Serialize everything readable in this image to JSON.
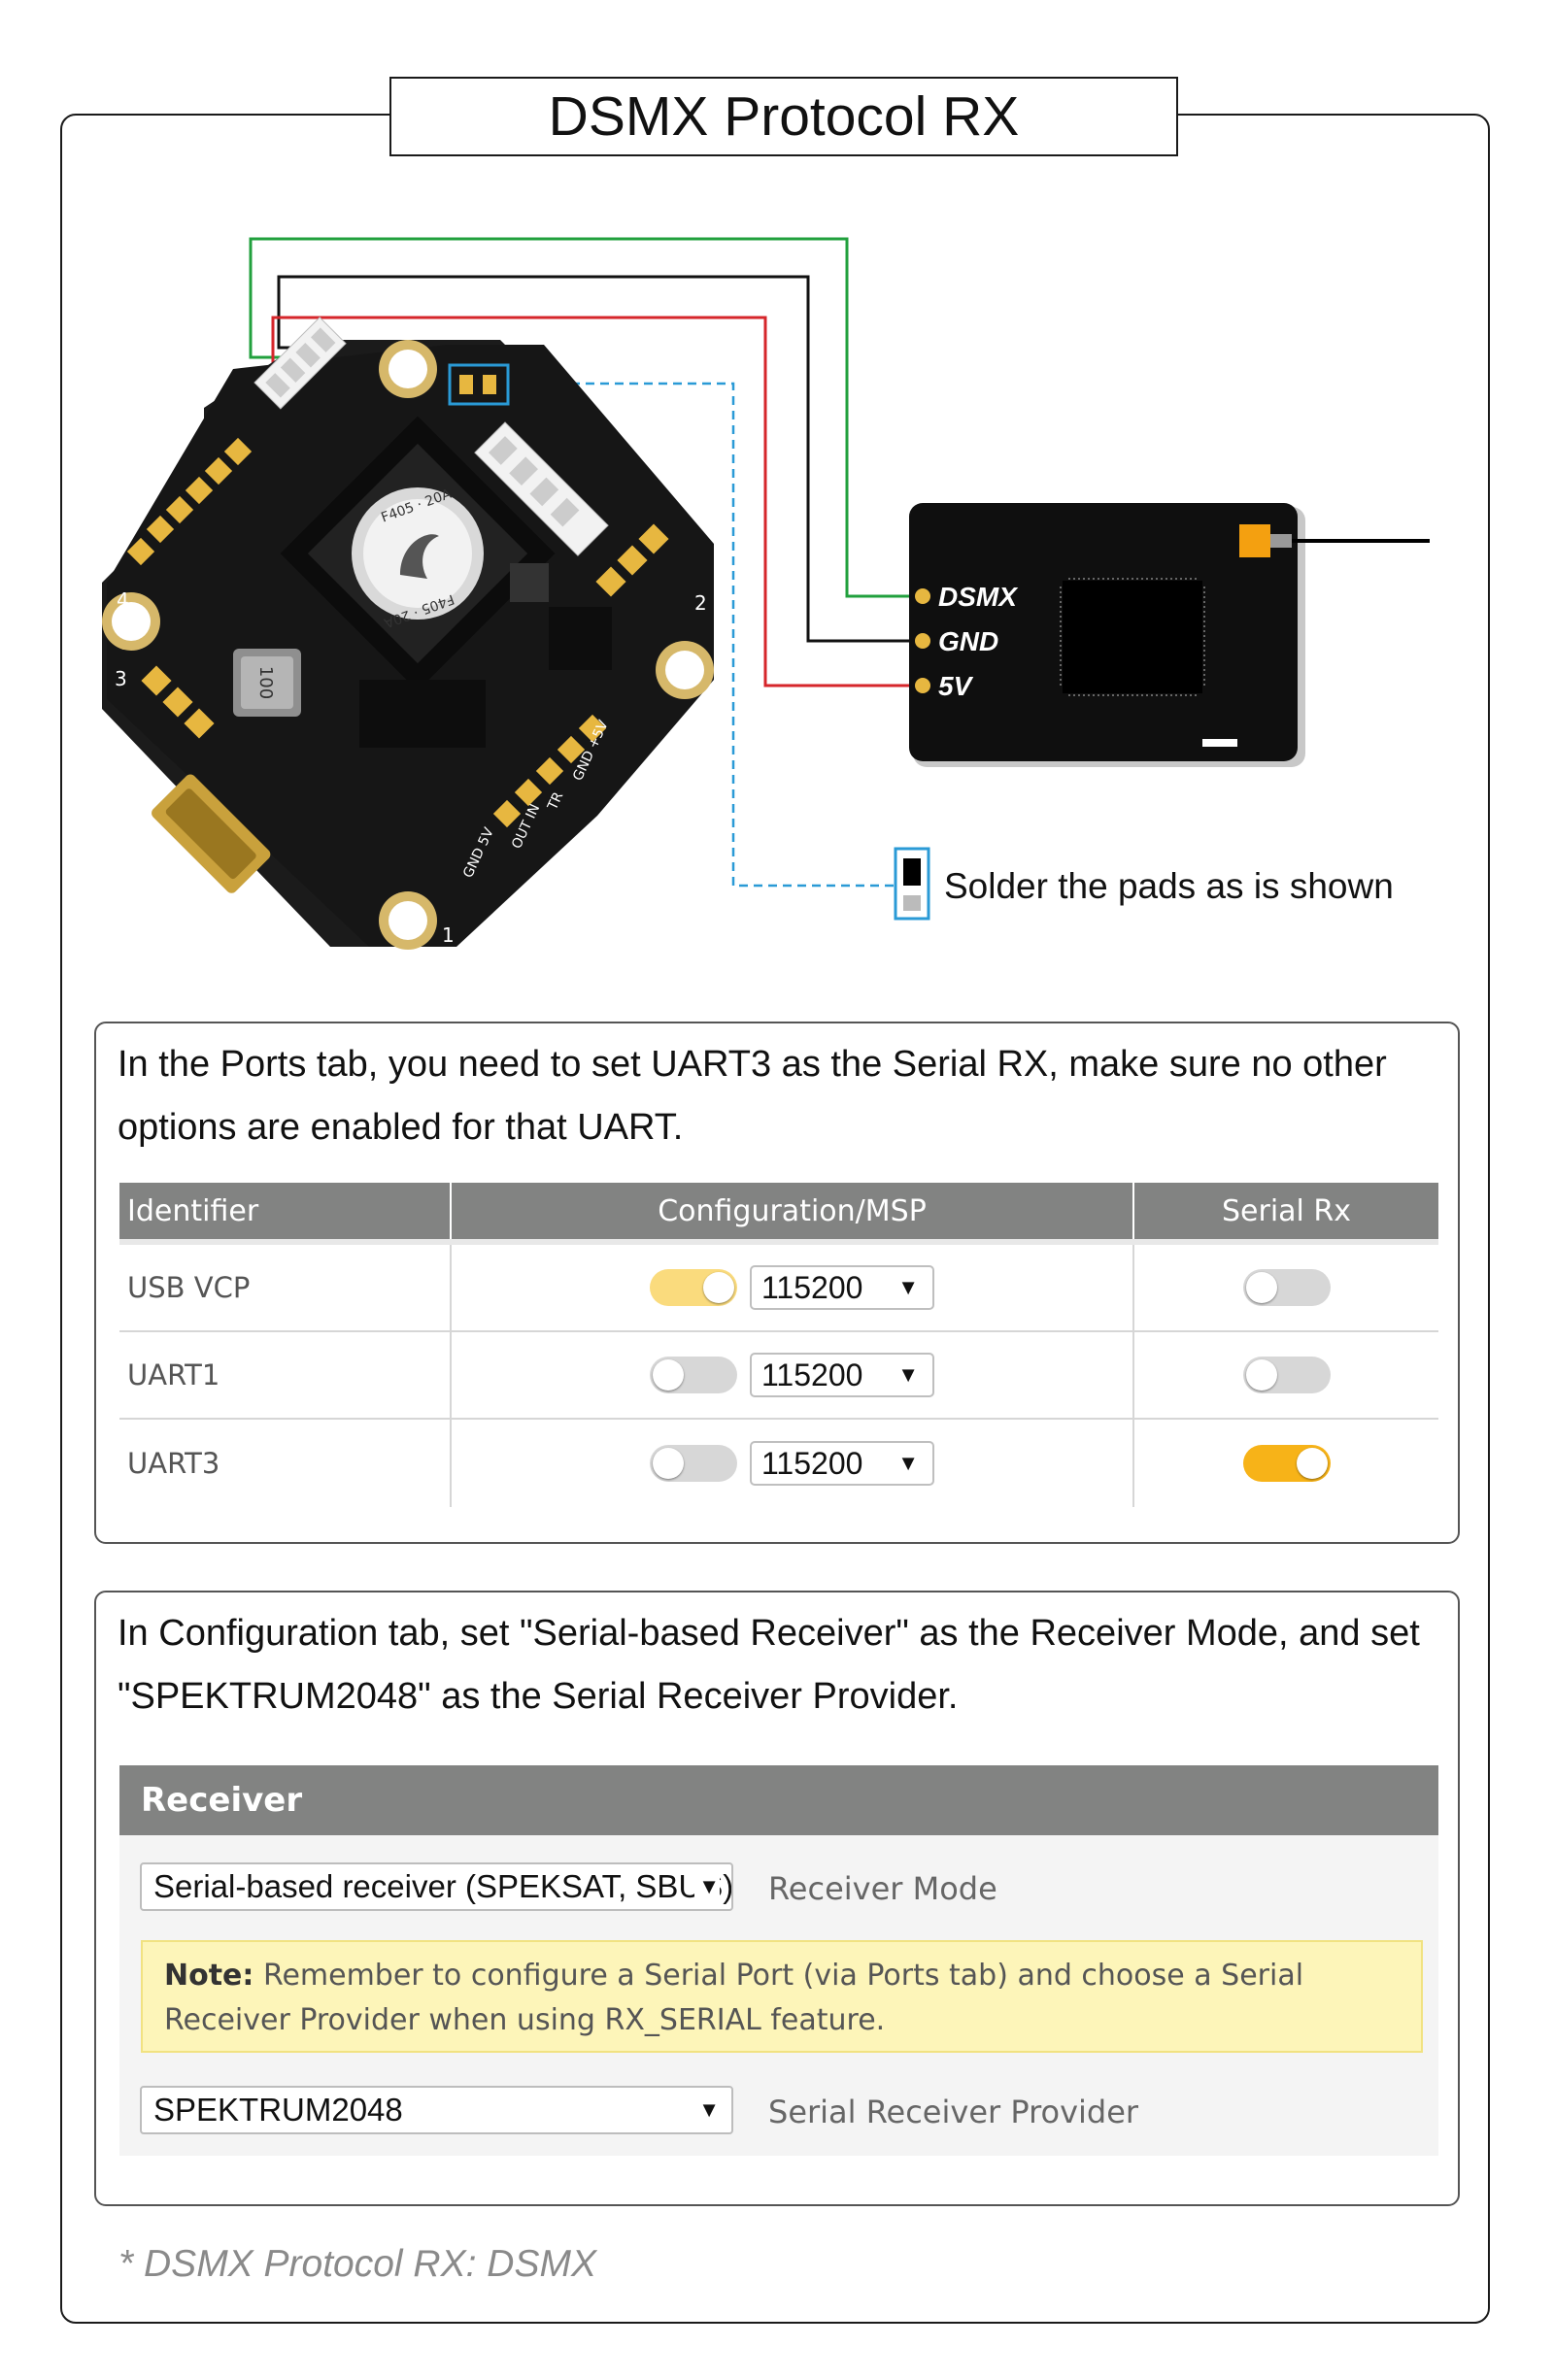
{
  "title": "DSMX Protocol RX",
  "diagram": {
    "fc_chip_text": [
      "F405 · 20A",
      "F405 · 20A",
      "F405 · 20A",
      "F405 · 20A"
    ],
    "fc_inductor_text": "100",
    "fc_pad_labels": [
      "GND 5V",
      "OUT IN",
      "TR",
      "GND +5V"
    ],
    "fc_motor_numbers": [
      "1",
      "2",
      "3",
      "4"
    ],
    "rx_pins": [
      "DSMX",
      "GND",
      "5V"
    ],
    "wire_colors": {
      "signal": "#21a03d",
      "ground": "#111111",
      "power": "#d6262b",
      "pad_callout": "#2a9ad6"
    },
    "solder_note": "Solder the pads as is shown"
  },
  "ports_panel": {
    "instruction": "In the Ports tab, you need to set UART3 as the Serial RX, make sure no other options are enabled for that UART.",
    "columns": [
      "Identifier",
      "Configuration/MSP",
      "Serial Rx"
    ],
    "rows": [
      {
        "identifier": "USB VCP",
        "msp_enabled": true,
        "baud": "115200",
        "serial_rx": false
      },
      {
        "identifier": "UART1",
        "msp_enabled": false,
        "baud": "115200",
        "serial_rx": false
      },
      {
        "identifier": "UART3",
        "msp_enabled": false,
        "baud": "115200",
        "serial_rx": true
      }
    ]
  },
  "config_panel": {
    "instruction": "In Configuration tab, set \"Serial-based Receiver\" as the Receiver Mode, and set \"SPEKTRUM2048\" as the Serial Receiver Provider.",
    "section_title": "Receiver",
    "receiver_mode_value": "Serial-based receiver (SPEKSAT, SBUS)",
    "receiver_mode_label": "Receiver Mode",
    "note_strong": "Note:",
    "note_text": " Remember to configure a Serial Port (via Ports tab) and choose a Serial Receiver Provider when using RX_SERIAL feature.",
    "provider_value": "SPEKTRUM2048",
    "provider_label": "Serial Receiver Provider"
  },
  "footnote": "* DSMX Protocol RX: DSMX"
}
